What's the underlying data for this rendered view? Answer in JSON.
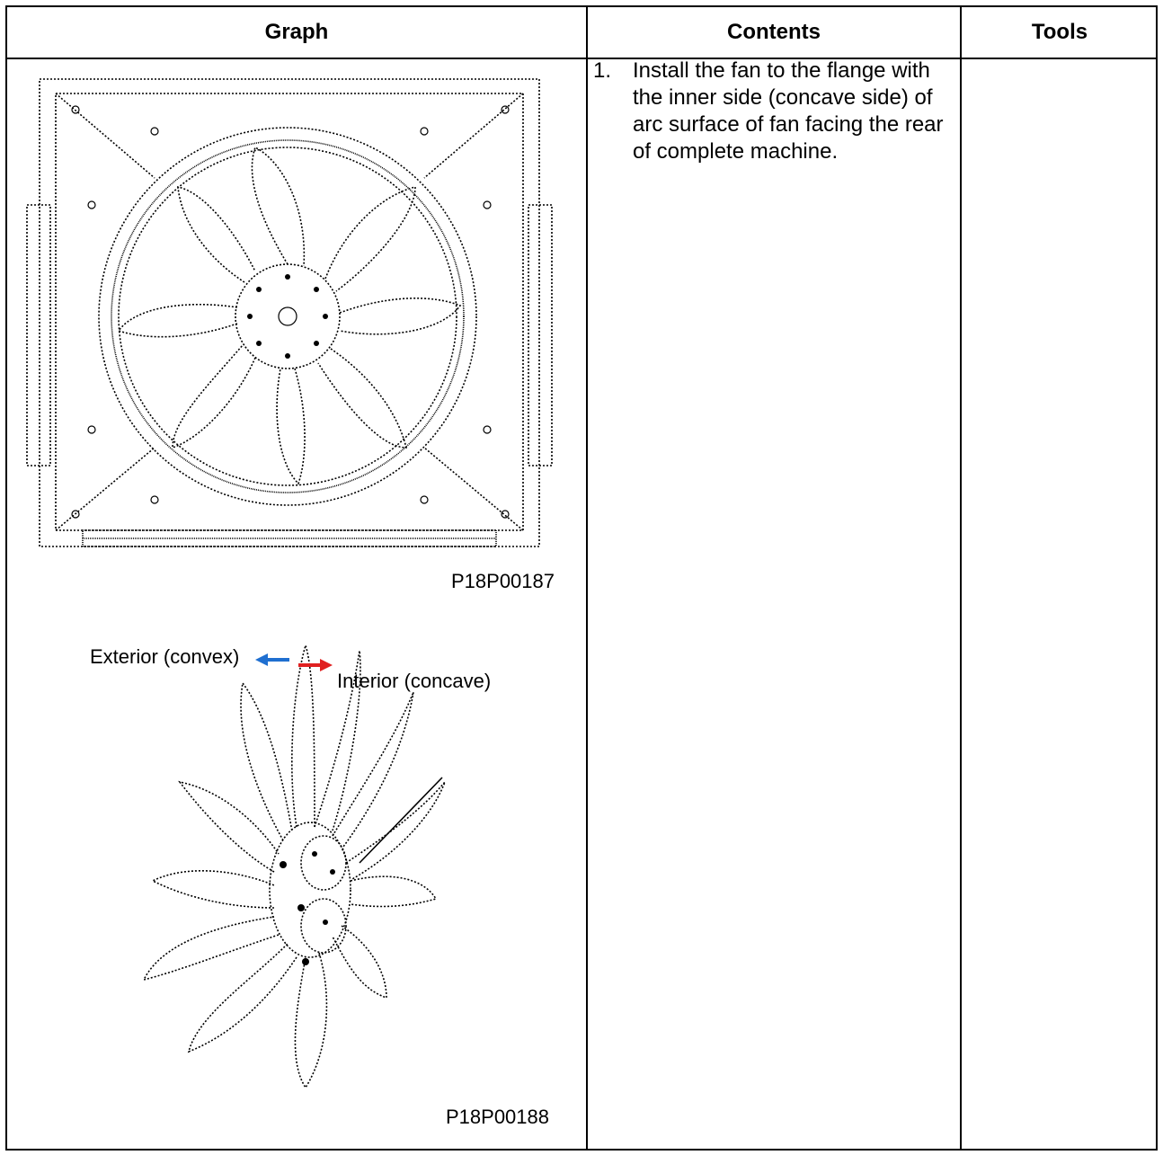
{
  "table": {
    "headers": {
      "graph": "Graph",
      "contents": "Contents",
      "tools": "Tools"
    }
  },
  "figures": {
    "fan_assembly": {
      "code": "P18P00187",
      "icon": "fan-shroud-drawing"
    },
    "fan_blades": {
      "code": "P18P00188",
      "icon": "fan-blade-drawing",
      "exterior_label": "Exterior (convex)",
      "interior_label": "Interior (concave)",
      "exterior_arrow_color": "#1f6fd0",
      "interior_arrow_color": "#e02020"
    }
  },
  "steps": [
    {
      "number": "1.",
      "text": "Install the fan to the flange with the inner side (concave side) of arc surface of fan facing the rear of complete machine."
    }
  ],
  "tools": ""
}
